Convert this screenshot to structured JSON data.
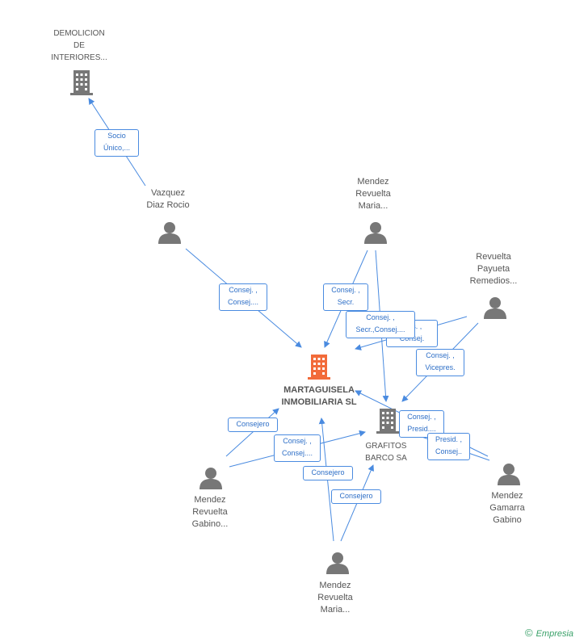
{
  "nodes": {
    "demolicion": [
      "DEMOLICION",
      "DE",
      "INTERIORES..."
    ],
    "vazquez": [
      "Vazquez",
      "Diaz Rocio"
    ],
    "mendez_maria_top": [
      "Mendez",
      "Revuelta",
      "Maria..."
    ],
    "revuelta_payueta": [
      "Revuelta",
      "Payueta",
      "Remedios..."
    ],
    "martaguisela": [
      "MARTAGUISELA",
      "INMOBILIARIA SL"
    ],
    "grafitos": [
      "GRAFITOS",
      "BARCO SA"
    ],
    "mendez_gabino_left": [
      "Mendez",
      "Revuelta",
      "Gabino..."
    ],
    "mendez_gamarra": [
      "Mendez",
      "Gamarra",
      "Gabino"
    ],
    "mendez_maria_bottom": [
      "Mendez",
      "Revuelta",
      "Maria..."
    ]
  },
  "roles": {
    "socio_unico": [
      "Socio",
      "Único,..."
    ],
    "vazquez_consej": [
      "Consej. ,",
      "Consej...."
    ],
    "maria_top_consej_secr": [
      "Consej. ,",
      "Secr."
    ],
    "maria_top_vicepres_hidden": [
      "...es. ,",
      "Consej."
    ],
    "maria_top_consej_secr2": [
      "Consej. ,",
      "Secr.,Consej...."
    ],
    "revuelta_consej_vicepres": [
      "Consej. ,",
      "Vicepres."
    ],
    "gabino_left_consejero": "Consejero",
    "gabino_left_consej": [
      "Consej. ,",
      "Consej...."
    ],
    "maria_bottom_consejero1": "Consejero",
    "maria_bottom_consejero2": "Consejero",
    "gamarra_consej_presid": [
      "Consej. ,",
      "Presid...."
    ],
    "gamarra_presid_consej": [
      "Presid. ,",
      "Consej.."
    ]
  },
  "footer": {
    "copyright": "©",
    "brand": "Empresia"
  },
  "colors": {
    "edge": "#4a8be0",
    "role_text": "#2e6fc7",
    "person": "#777777",
    "company": "#777777",
    "main_company": "#f26b3a"
  }
}
